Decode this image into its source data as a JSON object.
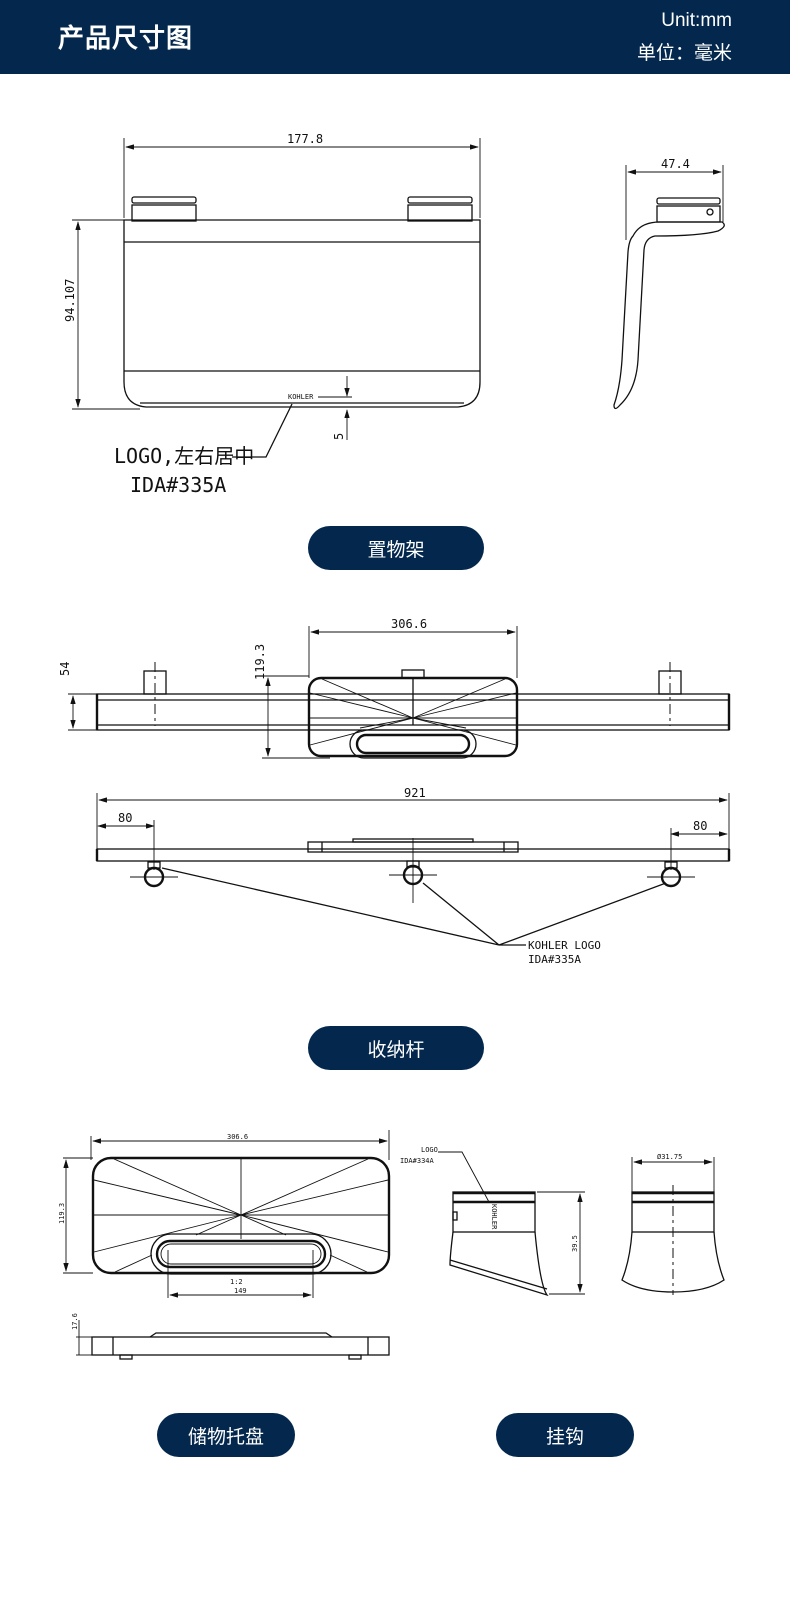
{
  "header": {
    "title": "产品尺寸图",
    "unit_en": "Unit:mm",
    "unit_cn": "单位：毫米"
  },
  "colors": {
    "brand": "#04284d",
    "line": "#111111"
  },
  "shelf": {
    "label": "置物架",
    "width_dim": "177.8",
    "height_dim": "94.107",
    "logo_offset_dim": "5",
    "logo_text": "KOHLER",
    "note_line1": "LOGO,左右居中",
    "note_line2": "IDA#335A",
    "side_depth_dim": "47.4"
  },
  "rod": {
    "label": "收纳杆",
    "tray_width_dim": "306.6",
    "tray_height_dim": "119.3",
    "rod_height_dim": "54",
    "total_length_dim": "921",
    "left_offset_dim": "80",
    "right_offset_dim": "80",
    "note_line1": "KOHLER LOGO",
    "note_line2": "IDA#335A"
  },
  "tray": {
    "label": "储物托盘",
    "width_dim": "306.6",
    "height_dim": "119.3",
    "scale_note": "1:2",
    "slot_dim": "149",
    "thickness_dim": "17.6"
  },
  "hook": {
    "label": "挂钩",
    "logo_note_line1": "LOGO",
    "logo_note_line2": "IDA#334A",
    "logo_text": "KOHLER",
    "height_dim": "39.5",
    "diameter_dim": "Ø31.75"
  }
}
